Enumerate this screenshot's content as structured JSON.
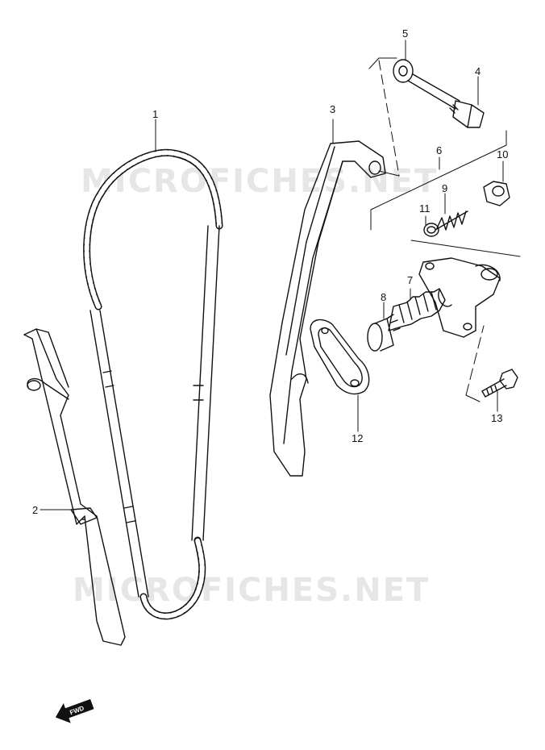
{
  "watermark": "MICROFICHES.NET",
  "fwd_label": "FWD",
  "callouts": [
    "1",
    "2",
    "3",
    "4",
    "5",
    "6",
    "7",
    "8",
    "9",
    "10",
    "11",
    "12",
    "13"
  ],
  "icons": [
    "fwd-arrow-icon"
  ],
  "colors": {
    "line": "#111111",
    "watermark": "#e6e6e6"
  }
}
